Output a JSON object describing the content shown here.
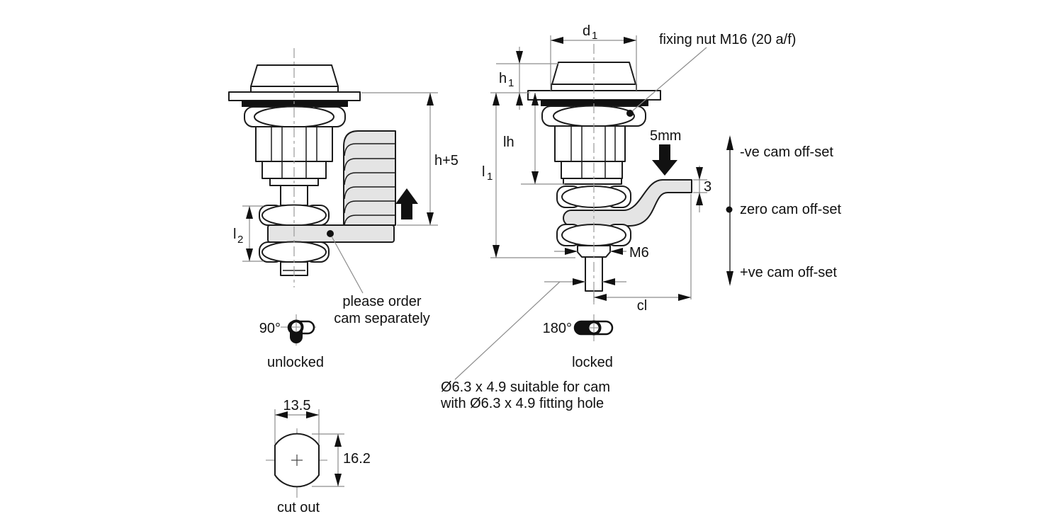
{
  "page": {
    "background": "#ffffff"
  },
  "colors": {
    "line": "#1c1c1c",
    "dimension_line": "#8c8c8c",
    "cam_fill": "#e4e4e4",
    "text": "#111111"
  },
  "labels": {
    "fixing_nut_note": "fixing nut M16 (20 a/f)",
    "d1": {
      "base": "d",
      "sub": "1"
    },
    "h1": {
      "base": "h",
      "sub": "1"
    },
    "lh": "lh",
    "l1": {
      "base": "l",
      "sub": "1"
    },
    "l2": {
      "base": "l",
      "sub": "2"
    },
    "h_plus_5": "h+5",
    "insert_depth": "5mm",
    "cam_thickness": "3",
    "thread": "M6",
    "cl": "cl",
    "offset_negative": "-ve cam off-set",
    "offset_zero": "zero cam off-set",
    "offset_positive": "+ve cam off-set",
    "order_note_line1": "please order",
    "order_note_line2": "cam separately",
    "angle_unlocked": "90°",
    "unlocked_caption": "unlocked",
    "angle_locked": "180°",
    "locked_caption": "locked",
    "cam_note_line1": "Ø6.3 x 4.9 suitable for cam",
    "cam_note_line2": "with Ø6.3 x 4.9 fitting hole",
    "cutout_width": "13.5",
    "cutout_height": "16.2",
    "cutout_caption": "cut out"
  }
}
